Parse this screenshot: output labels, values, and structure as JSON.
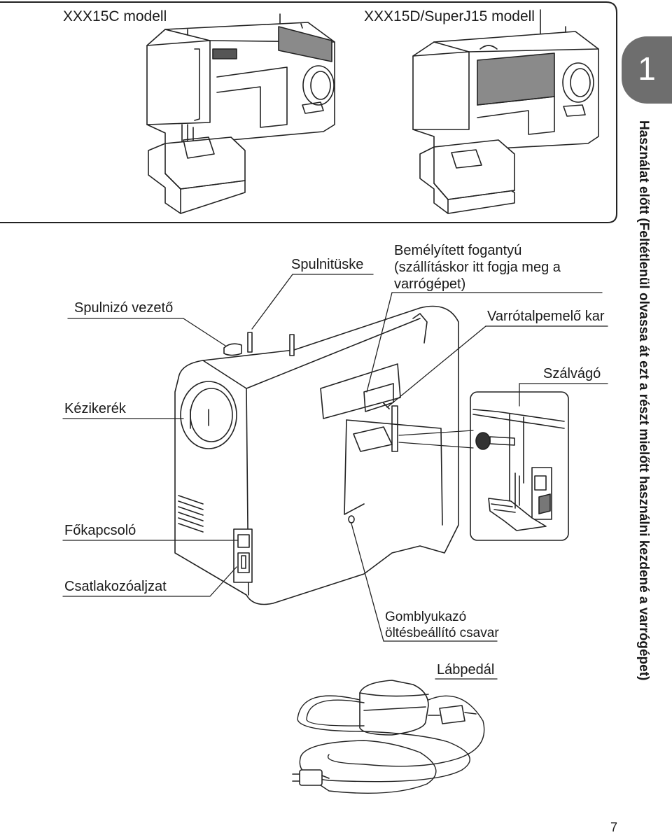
{
  "models": {
    "left": "XXX15C modell",
    "right": "XXX15D/SuperJ15 modell"
  },
  "chapter": {
    "number": "1"
  },
  "side_title": "Használat előtt (Feltétlenül olvassa át ezt a részt mielőtt használni kezdené a varrógépet)",
  "labels": {
    "spulnitüske": "Spulnitüske",
    "fogantyu_1": "Bemélyített fogantyú",
    "fogantyu_2": "(szállításkor itt fogja meg a",
    "fogantyu_3": "varrógépet)",
    "spulnizo": "Spulnizó vezető",
    "varrotalp": "Varrótalpemelő kar",
    "szalvago": "Szálvágó",
    "kezikerek": "Kézikerék",
    "fokapcsolo": "Főkapcsoló",
    "csatlakozo": "Csatlakozóaljzat",
    "gomb_1": "Gomblyukazó",
    "gomb_2": "öltésbeállító csavar",
    "labpedal": "Lábpedál"
  },
  "page_number": "7",
  "icons": [
    "sewing-machine-xxx15c",
    "sewing-machine-xxx15d",
    "sewing-machine-rear",
    "presser-foot-detail",
    "foot-pedal"
  ]
}
